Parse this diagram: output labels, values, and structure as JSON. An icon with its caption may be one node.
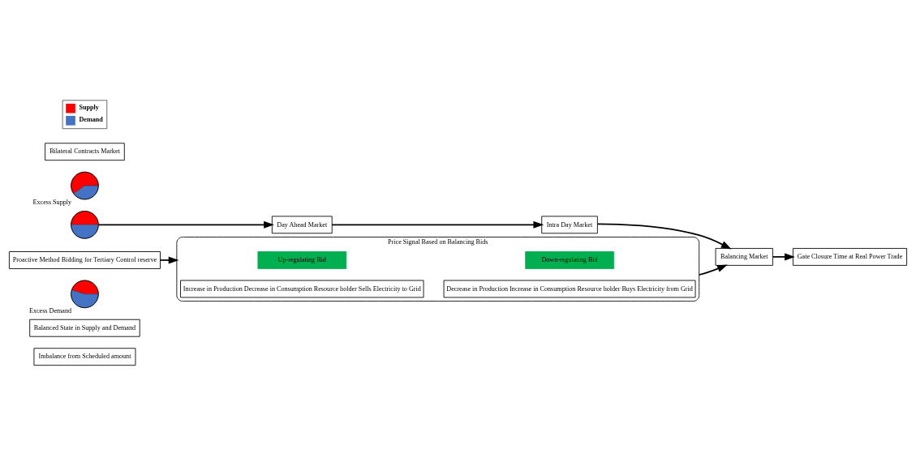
{
  "diagram": {
    "nodes": [
      {
        "text": [
          "Imbalance from Scheduled amount"
        ]
      },
      {
        "text": [
          "Balanced State in Supply and Demand"
        ]
      },
      {
        "text": [],
        "shape": "circle",
        "beside": [
          "Excess Demand"
        ]
      },
      {
        "text": [],
        "shape": "circle"
      },
      {
        "text": [
          "Day Ahead Market"
        ]
      },
      {
        "text": [
          "Intra Day Market"
        ]
      },
      {
        "text": [
          "Balancing Market"
        ]
      },
      {
        "text": [
          "Gate Closure Time at Real Power Trade"
        ]
      },
      {
        "text": [],
        "shape": "circle",
        "beside": [
          "Excess Supply"
        ]
      },
      {
        "text": [
          "Bilateral Contracts Market"
        ]
      },
      {
        "text": [
          "Price Signal Based on Balancing Bids"
        ]
      },
      {
        "text": [
          "Up-regulating Bid"
        ],
        "in": 10
      },
      {
        "text": [
          "Down-regulating Bid"
        ],
        "in": 10
      },
      {
        "text": [
          "Increase in Production Decrease in Consumption Resource holder Sells Electricity to Grid"
        ],
        "in": 10
      },
      {
        "text": [
          "Decrease in Production Increase in Consumption Resource holder Buys Electricity from Grid"
        ],
        "in": 10
      },
      {
        "text": [
          "Proactive Method Bidding for Tertiary Control reserve"
        ]
      }
    ],
    "edges": [
      {
        "from": 3,
        "to": 4,
        "arrow": "to"
      },
      {
        "from": 4,
        "to": 5,
        "arrow": "to"
      },
      {
        "from": 5,
        "to": 6,
        "arrow": "to"
      },
      {
        "from": 6,
        "to": 7,
        "arrow": "to"
      },
      {
        "from": 10,
        "to": 6,
        "arrow": "to"
      },
      {
        "from": 15,
        "to": 10,
        "arrow": "to"
      }
    ],
    "legend": [
      {
        "text": "Supply",
        "color": "#ff0000"
      },
      {
        "text": "Demand",
        "color": "#4472c4"
      }
    ]
  }
}
